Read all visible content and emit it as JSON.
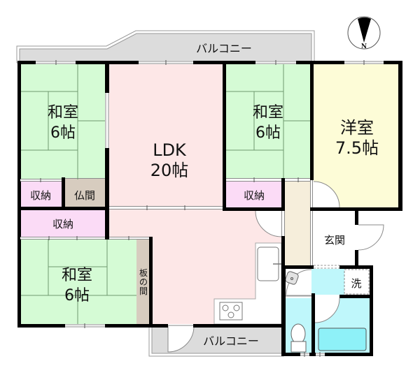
{
  "floor_plan": {
    "compass": {
      "label": "N"
    },
    "balcony_top": {
      "label": "バルコニー"
    },
    "balcony_bottom": {
      "label": "バルコニー"
    },
    "rooms": {
      "washitsu_1": {
        "name": "和室",
        "size": "6帖"
      },
      "ldk": {
        "name": "LDK",
        "size": "20帖"
      },
      "washitsu_2": {
        "name": "和室",
        "size": "6帖"
      },
      "youshitsu": {
        "name": "洋室",
        "size": "7.5帖"
      },
      "washitsu_3": {
        "name": "和室",
        "size": "6帖"
      },
      "closet_1": {
        "name": "収納"
      },
      "butsuma": {
        "name": "仏間"
      },
      "closet_2": {
        "name": "収納"
      },
      "closet_3": {
        "name": "収納"
      },
      "itanoma": {
        "label": "板の間",
        "chars": [
          "板",
          "の",
          "間"
        ]
      },
      "genkan": {
        "name": "玄関"
      },
      "laundry": {
        "name": "洗"
      }
    },
    "colors": {
      "washitsu": "#d5fbd5",
      "ldk": "#fde7e7",
      "youshitsu": "#fdfcd7",
      "closet": "#fbdbf6",
      "butsuma": "#d7ccbf",
      "corridor": "#f6eedb",
      "water": "#bff7fb",
      "tub": "#8ef1f8",
      "balcony": "#dcdcdc",
      "wall": "#000000"
    }
  }
}
